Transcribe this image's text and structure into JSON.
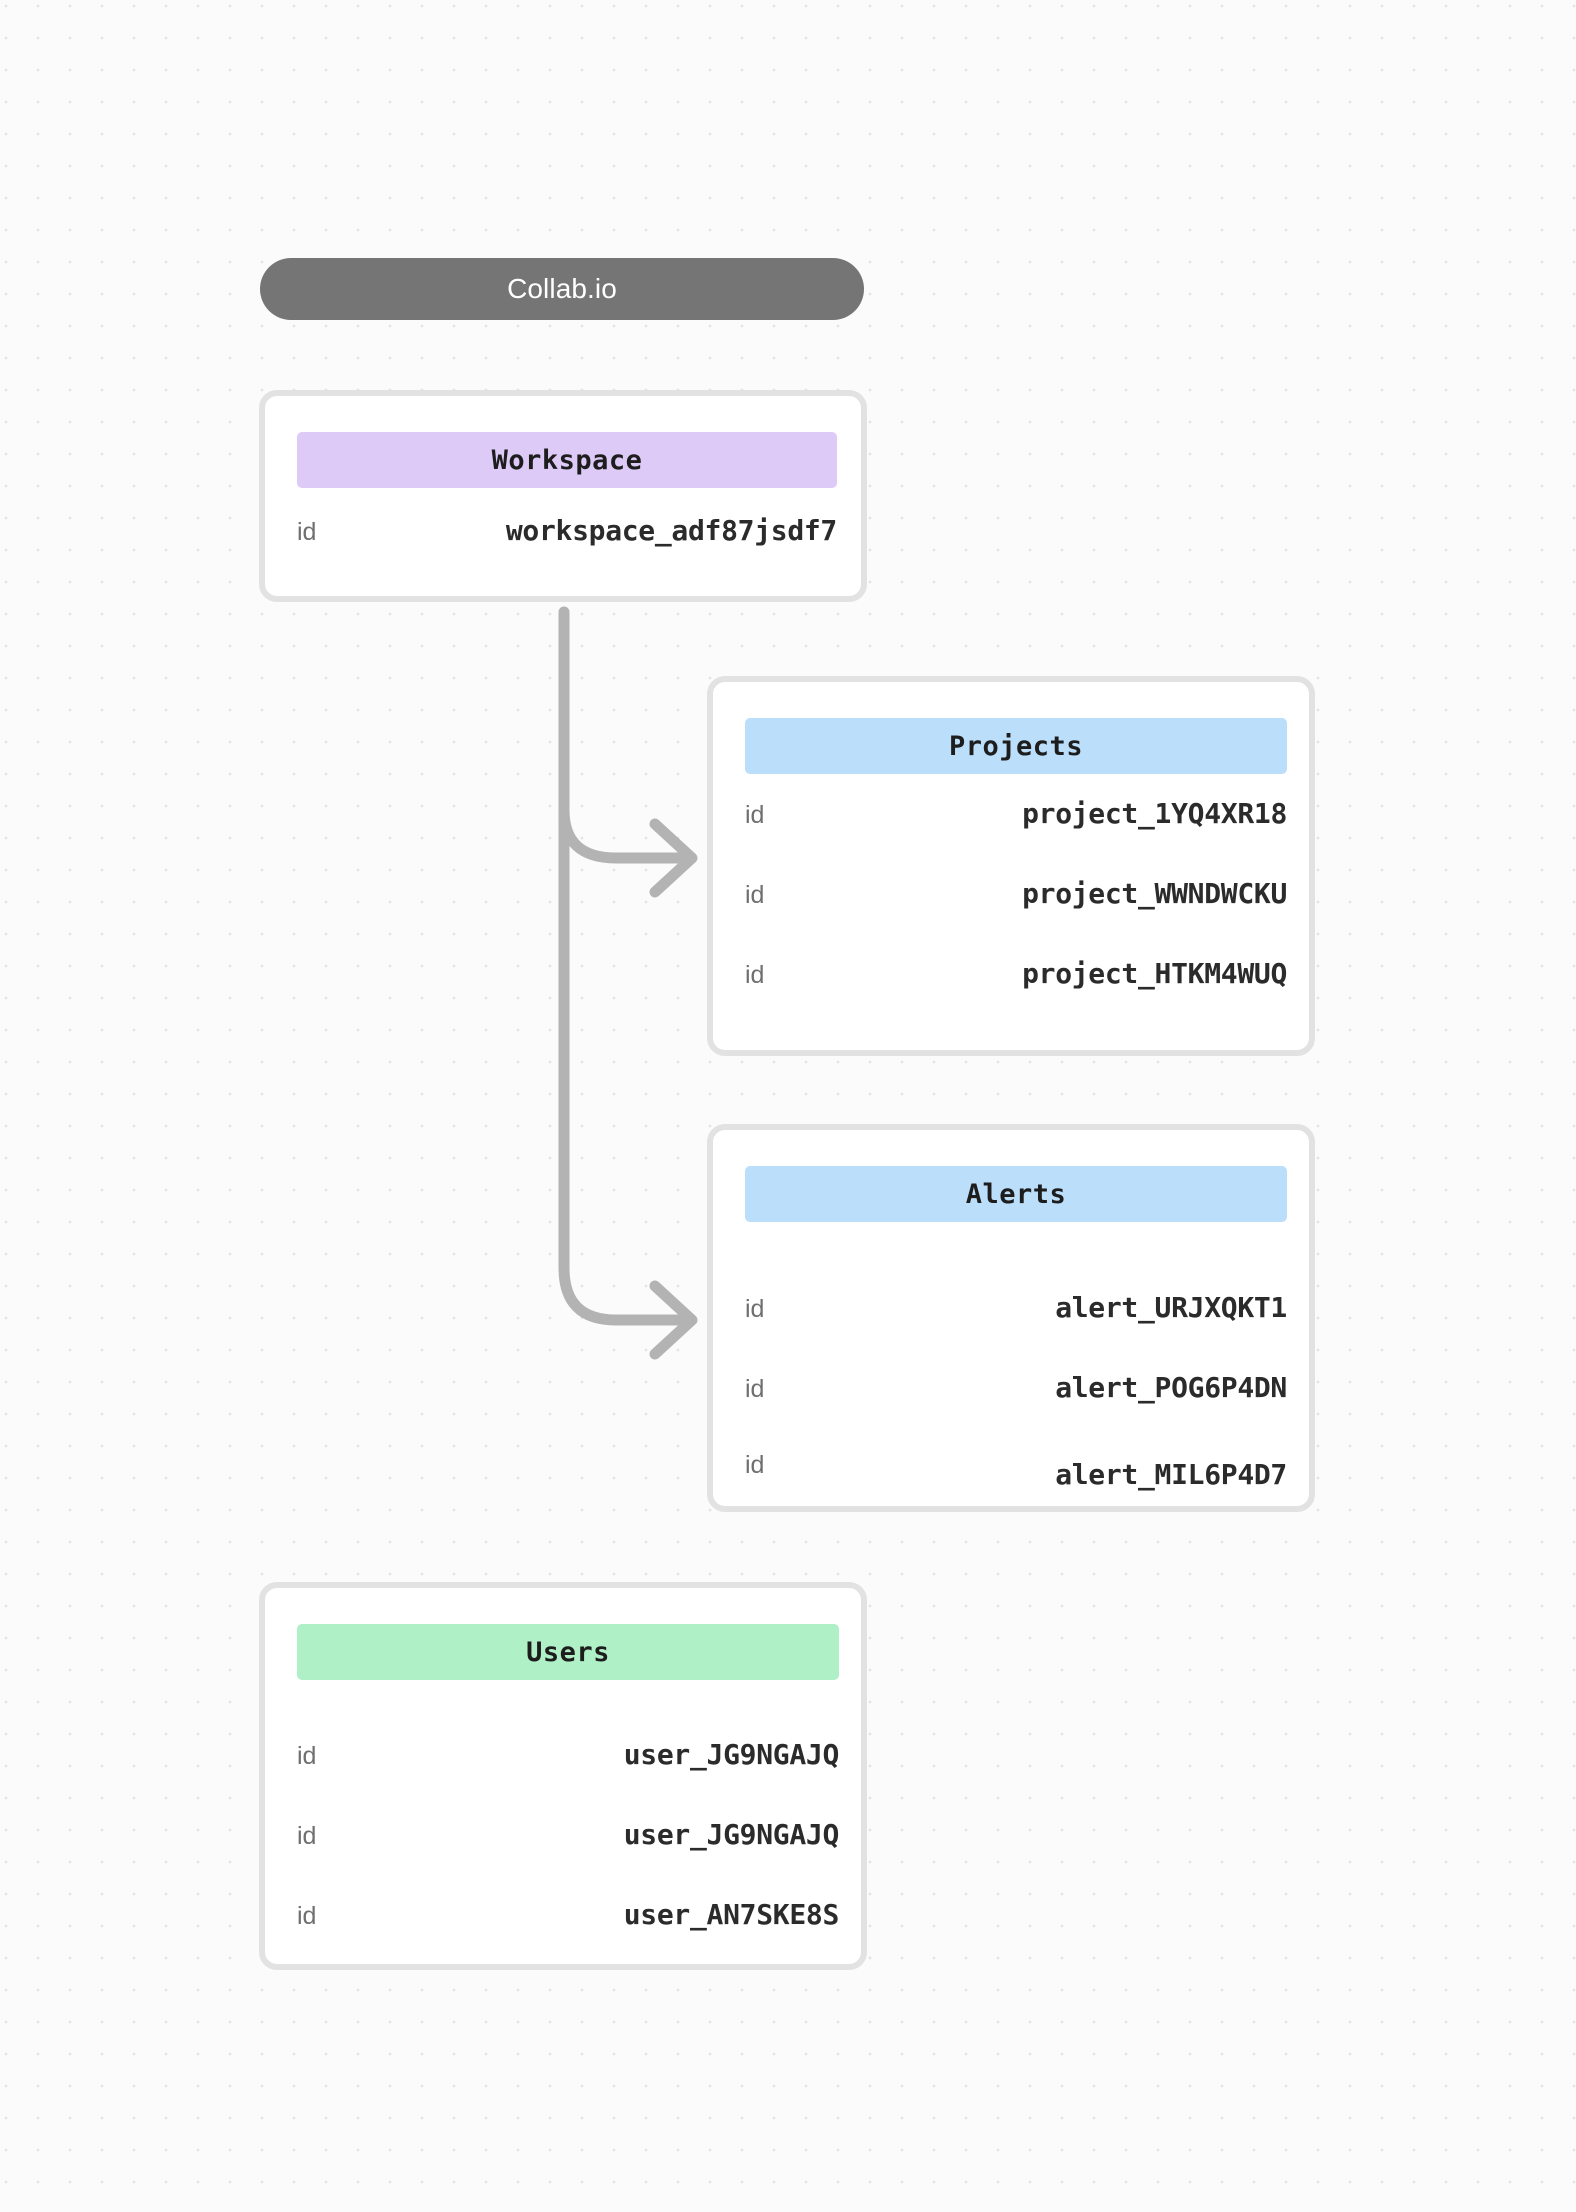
{
  "title": {
    "label": "Collab.io"
  },
  "theme": {
    "background": "#fbfbfb",
    "dot_color": "#e3e3e3",
    "title_pill": "#757575",
    "card_border": "#e2e2e2",
    "card_background": "#ffffff",
    "header_purple": "#ddcaf7",
    "header_blue": "#bbdefb",
    "header_green": "#aff0c6",
    "connector": "#b3b3b3",
    "key_text": "#6f6f6f",
    "value_text": "#2b2b2b"
  },
  "entities": {
    "workspace": {
      "name": "Workspace",
      "accent": "#ddcaf7",
      "rows": [
        {
          "key": "id",
          "value": "workspace_adf87jsdf7"
        }
      ]
    },
    "projects": {
      "name": "Projects",
      "accent": "#bbdefb",
      "rows": [
        {
          "key": "id",
          "value": "project_1YQ4XR18"
        },
        {
          "key": "id",
          "value": "project_WWNDWCKU"
        },
        {
          "key": "id",
          "value": "project_HTKM4WUQ"
        }
      ]
    },
    "alerts": {
      "name": "Alerts",
      "accent": "#bbdefb",
      "rows": [
        {
          "key": "id",
          "value": "alert_URJXQKT1"
        },
        {
          "key": "id",
          "value": "alert_POG6P4DN"
        },
        {
          "key": "id",
          "value": "alert_MIL6P4D7"
        }
      ]
    },
    "users": {
      "name": "Users",
      "accent": "#aff0c6",
      "rows": [
        {
          "key": "id",
          "value": "user_JG9NGAJQ"
        },
        {
          "key": "id",
          "value": "user_JG9NGAJQ"
        },
        {
          "key": "id",
          "value": "user_AN7SKE8S"
        }
      ]
    }
  },
  "connections": [
    {
      "from": "workspace",
      "to": "projects",
      "arrow": "right"
    },
    {
      "from": "workspace",
      "to": "alerts",
      "arrow": "right"
    }
  ]
}
